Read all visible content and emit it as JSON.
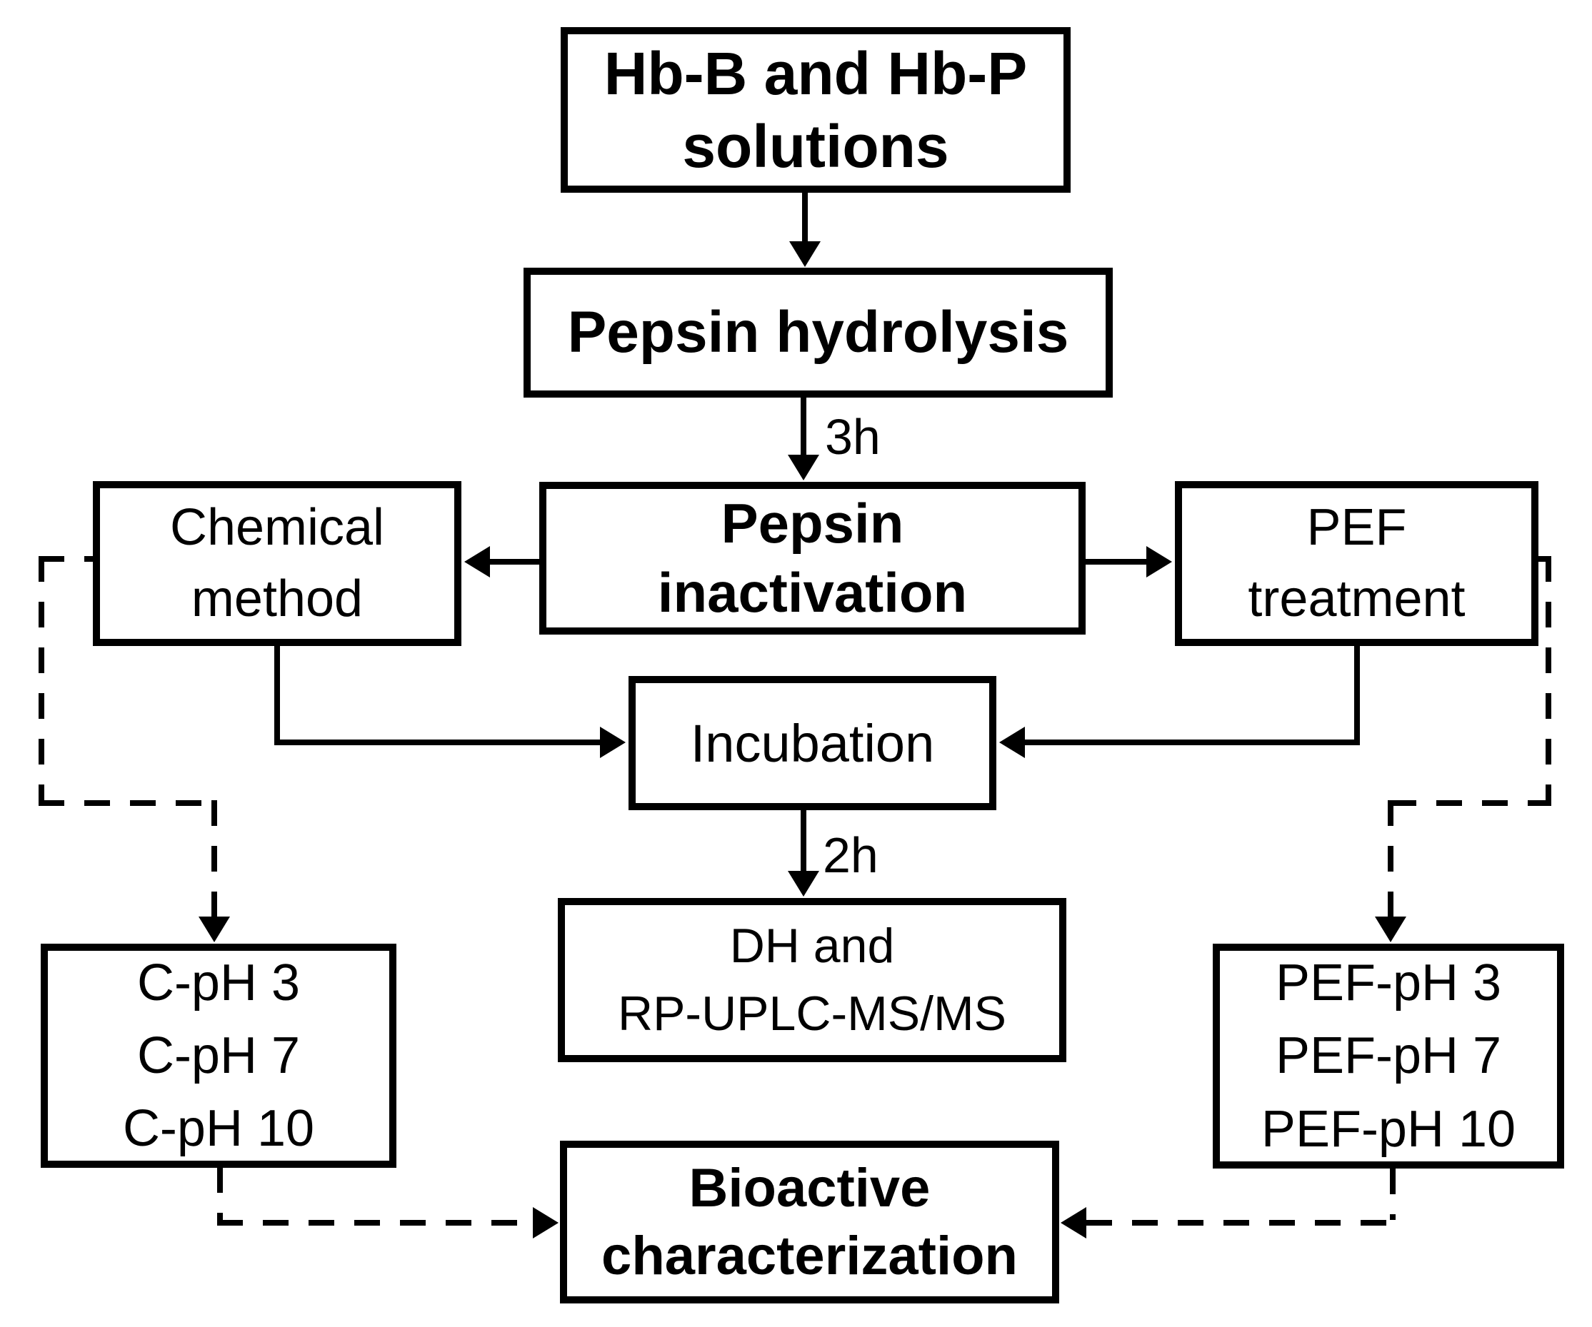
{
  "diagram": {
    "type": "flowchart",
    "background_color": "#ffffff",
    "line_color": "#000000",
    "text_color": "#000000",
    "nodes": {
      "solutions": {
        "label": "Hb-B and Hb-P\nsolutions",
        "emphasis": "bold"
      },
      "hydrolysis": {
        "label": "Pepsin hydrolysis",
        "emphasis": "bold"
      },
      "inactivation": {
        "label": "Pepsin\ninactivation",
        "emphasis": "bold"
      },
      "chemical": {
        "label": "Chemical\nmethod",
        "emphasis": "normal"
      },
      "pef": {
        "label": "PEF\ntreatment",
        "emphasis": "normal"
      },
      "incubation": {
        "label": "Incubation",
        "emphasis": "normal"
      },
      "analysis": {
        "label": "DH and\nRP-UPLC-MS/MS",
        "emphasis": "normal"
      },
      "chemical_samples": {
        "label": "C-pH 3\nC-pH 7\nC-pH 10",
        "emphasis": "normal"
      },
      "pef_samples": {
        "label": "PEF-pH 3\nPEF-pH 7\nPEF-pH 10",
        "emphasis": "normal"
      },
      "bioactive": {
        "label": "Bioactive\ncharacterization",
        "emphasis": "bold"
      }
    },
    "edge_labels": {
      "hydrolysis_duration": "3h",
      "incubation_duration": "2h"
    },
    "edges": [
      {
        "from": "solutions",
        "to": "hydrolysis",
        "style": "solid"
      },
      {
        "from": "hydrolysis",
        "to": "inactivation",
        "style": "solid",
        "label": "3h"
      },
      {
        "from": "inactivation",
        "to": "chemical",
        "style": "solid"
      },
      {
        "from": "inactivation",
        "to": "pef",
        "style": "solid"
      },
      {
        "from": "chemical",
        "to": "incubation",
        "style": "solid"
      },
      {
        "from": "pef",
        "to": "incubation",
        "style": "solid"
      },
      {
        "from": "incubation",
        "to": "analysis",
        "style": "solid",
        "label": "2h"
      },
      {
        "from": "chemical",
        "to": "chemical_samples",
        "style": "dashed"
      },
      {
        "from": "pef",
        "to": "pef_samples",
        "style": "dashed"
      },
      {
        "from": "chemical_samples",
        "to": "bioactive",
        "style": "dashed"
      },
      {
        "from": "pef_samples",
        "to": "bioactive",
        "style": "dashed"
      }
    ]
  }
}
